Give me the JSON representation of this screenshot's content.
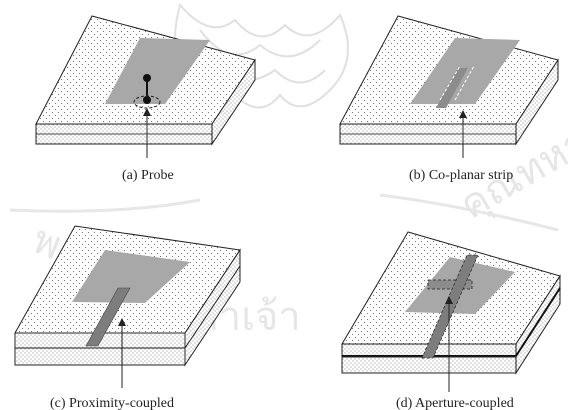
{
  "panels": [
    {
      "id": "a",
      "caption": "(a) Probe"
    },
    {
      "id": "b",
      "caption": "(b) Co-planar strip"
    },
    {
      "id": "c",
      "caption": "(c) Proximity-coupled"
    },
    {
      "id": "d",
      "caption": "(d) Aperture-coupled"
    }
  ],
  "watermark": {
    "text": "พระจอมเกล้าเจ้าคุณทหาร",
    "color": "#d2d2d2"
  },
  "colors": {
    "patch": "#a8a8a8",
    "feed": "#7d7d7d",
    "line": "#222222",
    "dots": "#555555"
  }
}
